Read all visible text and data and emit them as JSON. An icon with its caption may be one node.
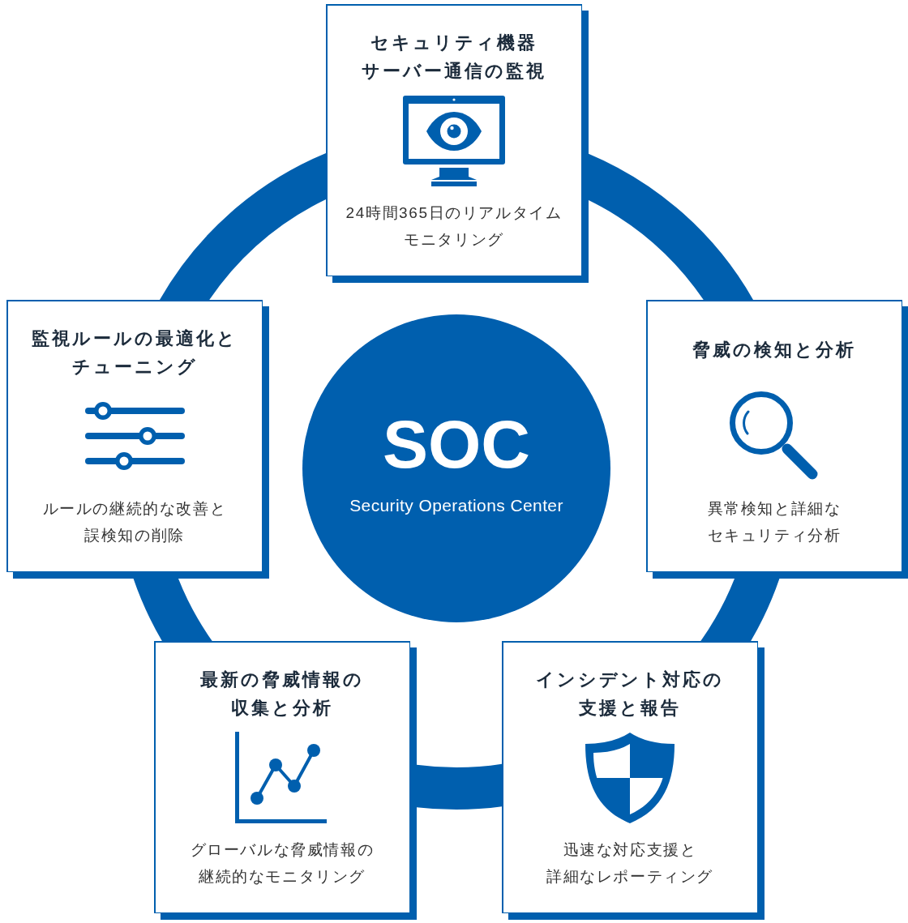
{
  "diagram": {
    "nodes": [
      {
        "text": [
          "セキュリティ機器サーバー通信の監視",
          "24時間365日のリアルタイムモニタリング"
        ]
      },
      {
        "text": [
          "監視ルールの最適化とチューニング",
          "ルールの継続的な改善と誤検知の削除"
        ]
      },
      {
        "text": [
          "SOC",
          "Security Operations Center"
        ]
      },
      {
        "text": [
          "脅威の検知と分析",
          "異常検知と詳細なセキュリティ分析"
        ]
      },
      {
        "text": [
          "最新の脅威情報の収集と分析",
          "グローバルな脅威情報の継続的なモニタリング"
        ]
      },
      {
        "text": [
          "インシデント対応の支援と報告",
          "迅速な対応支援と詳細なレポーティング"
        ]
      }
    ],
    "edges": [
      {
        "from": 0,
        "to": 3,
        "arrow": "none"
      },
      {
        "from": 3,
        "to": 5,
        "arrow": "none"
      },
      {
        "from": 5,
        "to": 4,
        "arrow": "none"
      },
      {
        "from": 4,
        "to": 1,
        "arrow": "none"
      },
      {
        "from": 1,
        "to": 0,
        "arrow": "none"
      }
    ]
  }
}
